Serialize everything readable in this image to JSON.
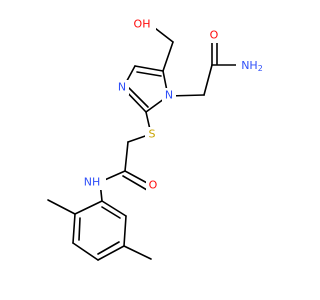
{
  "colors": {
    "carbon": "#000000",
    "oxygen": "#ff0d0d",
    "nitrogen": "#3050f8",
    "sulfur": "#c8a300",
    "background": "#ffffff"
  },
  "atoms": {
    "hydroxyl": "OH",
    "amide_o_top": "O",
    "amide_nh2": "NH2",
    "ring_n1": "N",
    "ring_n3": "N",
    "thioether_s": "S",
    "amide_o_mid": "O",
    "amide_nh": "NH"
  }
}
